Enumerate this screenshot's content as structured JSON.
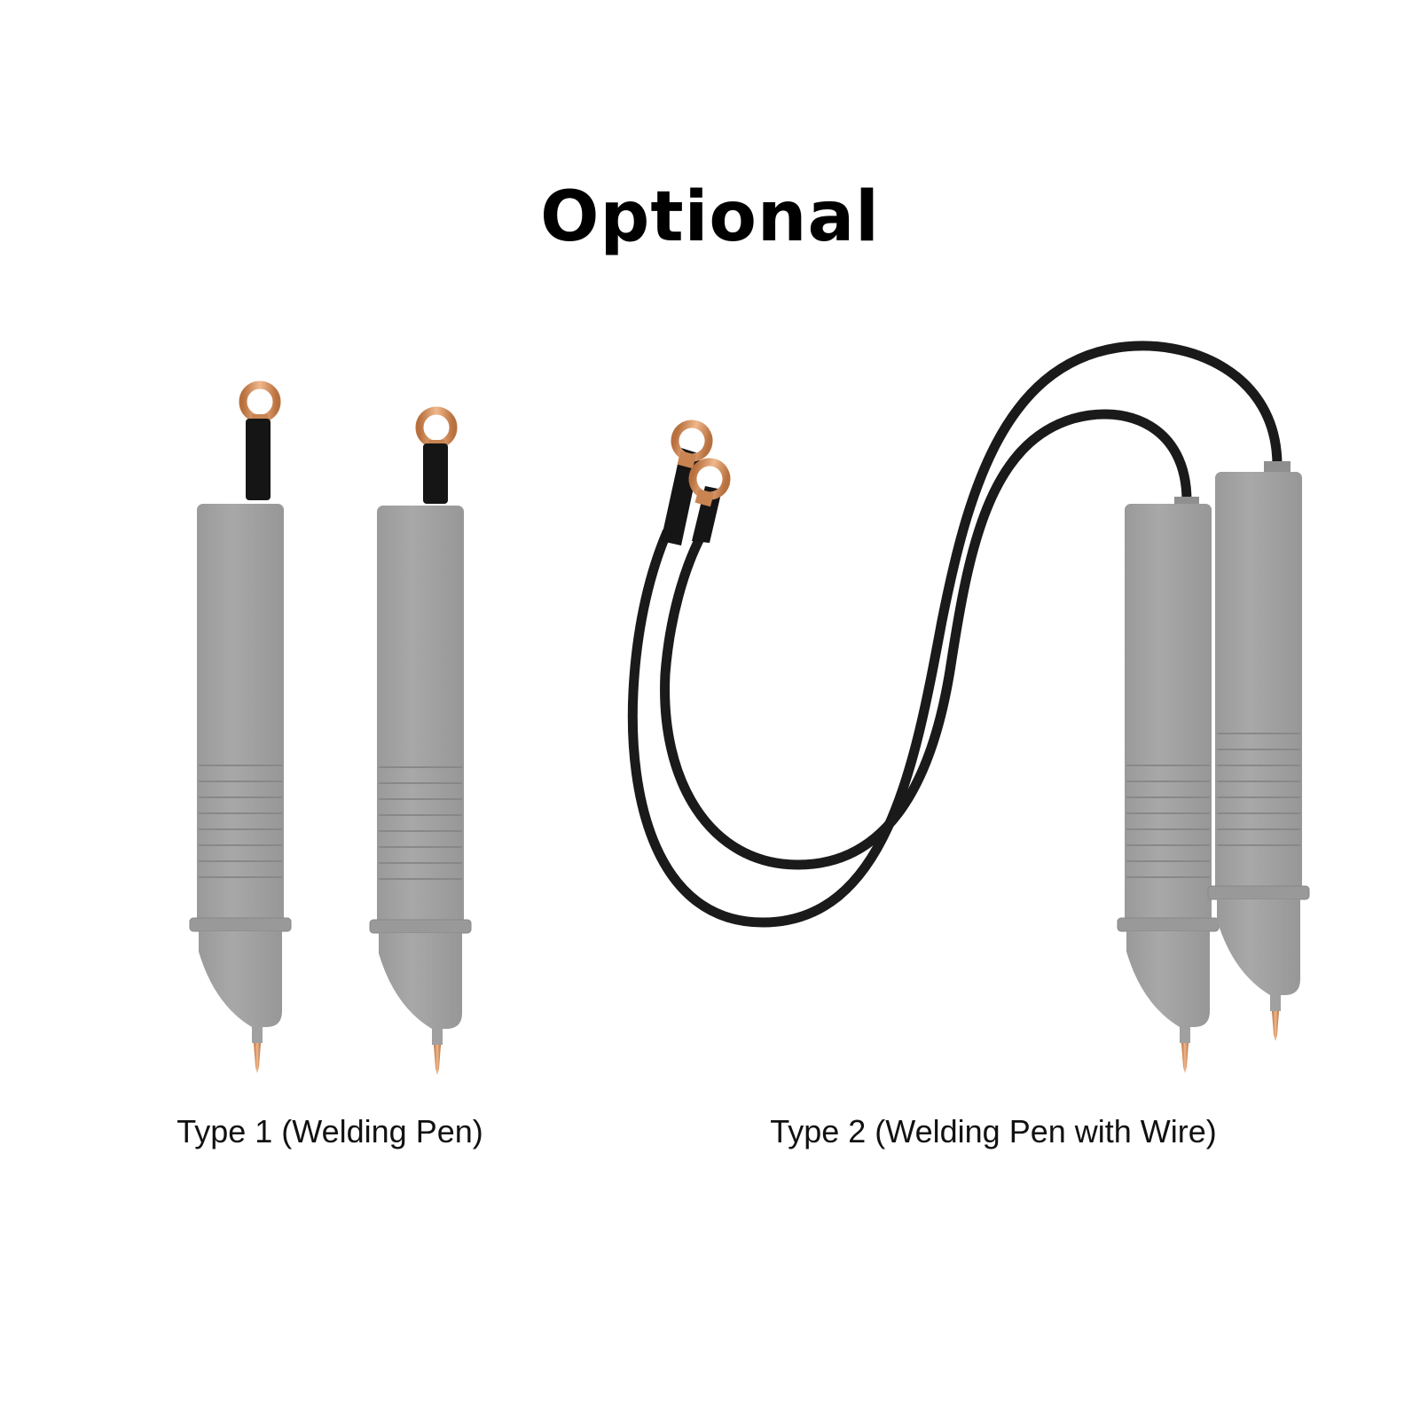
{
  "title": "Optional",
  "products": [
    {
      "label": "Type 1 (Welding Pen)"
    },
    {
      "label": "Type 2 (Welding Pen with Wire)"
    }
  ],
  "colors": {
    "pen_body": "#a3a3a3",
    "pen_shade": "#8e8e8e",
    "wire": "#1a1a1a",
    "copper": "#d89a6a"
  }
}
